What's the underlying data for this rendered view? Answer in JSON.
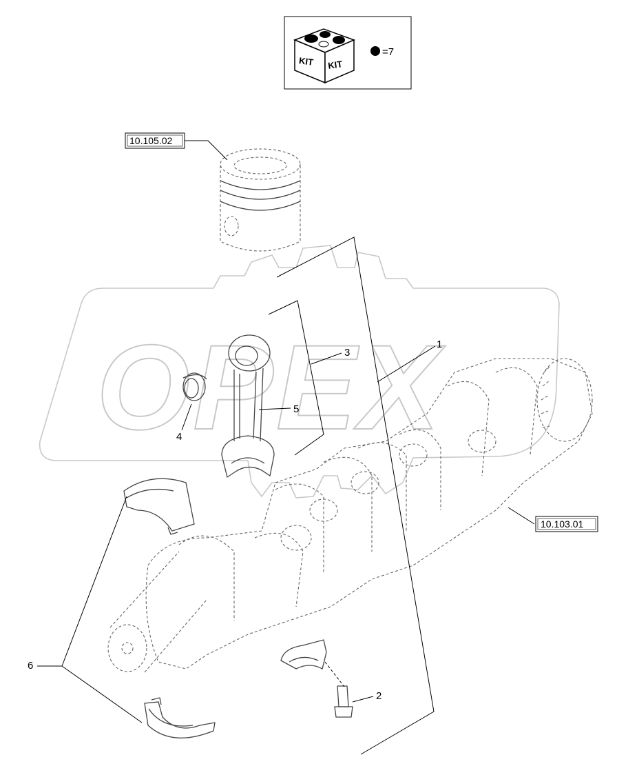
{
  "kit_box": {
    "badge_left": "KIT",
    "badge_right": "KIT",
    "note": "=7"
  },
  "watermark": "OPEX",
  "references": {
    "piston": "10.105.02",
    "crankshaft": "10.103.01"
  },
  "callouts": {
    "item_1": "1",
    "item_2": "2",
    "item_3": "3",
    "item_4": "4",
    "item_5": "5",
    "item_6": "6"
  },
  "colors": {
    "line": "#000000",
    "watermark": "#c8c8c8",
    "part": "#444444"
  }
}
